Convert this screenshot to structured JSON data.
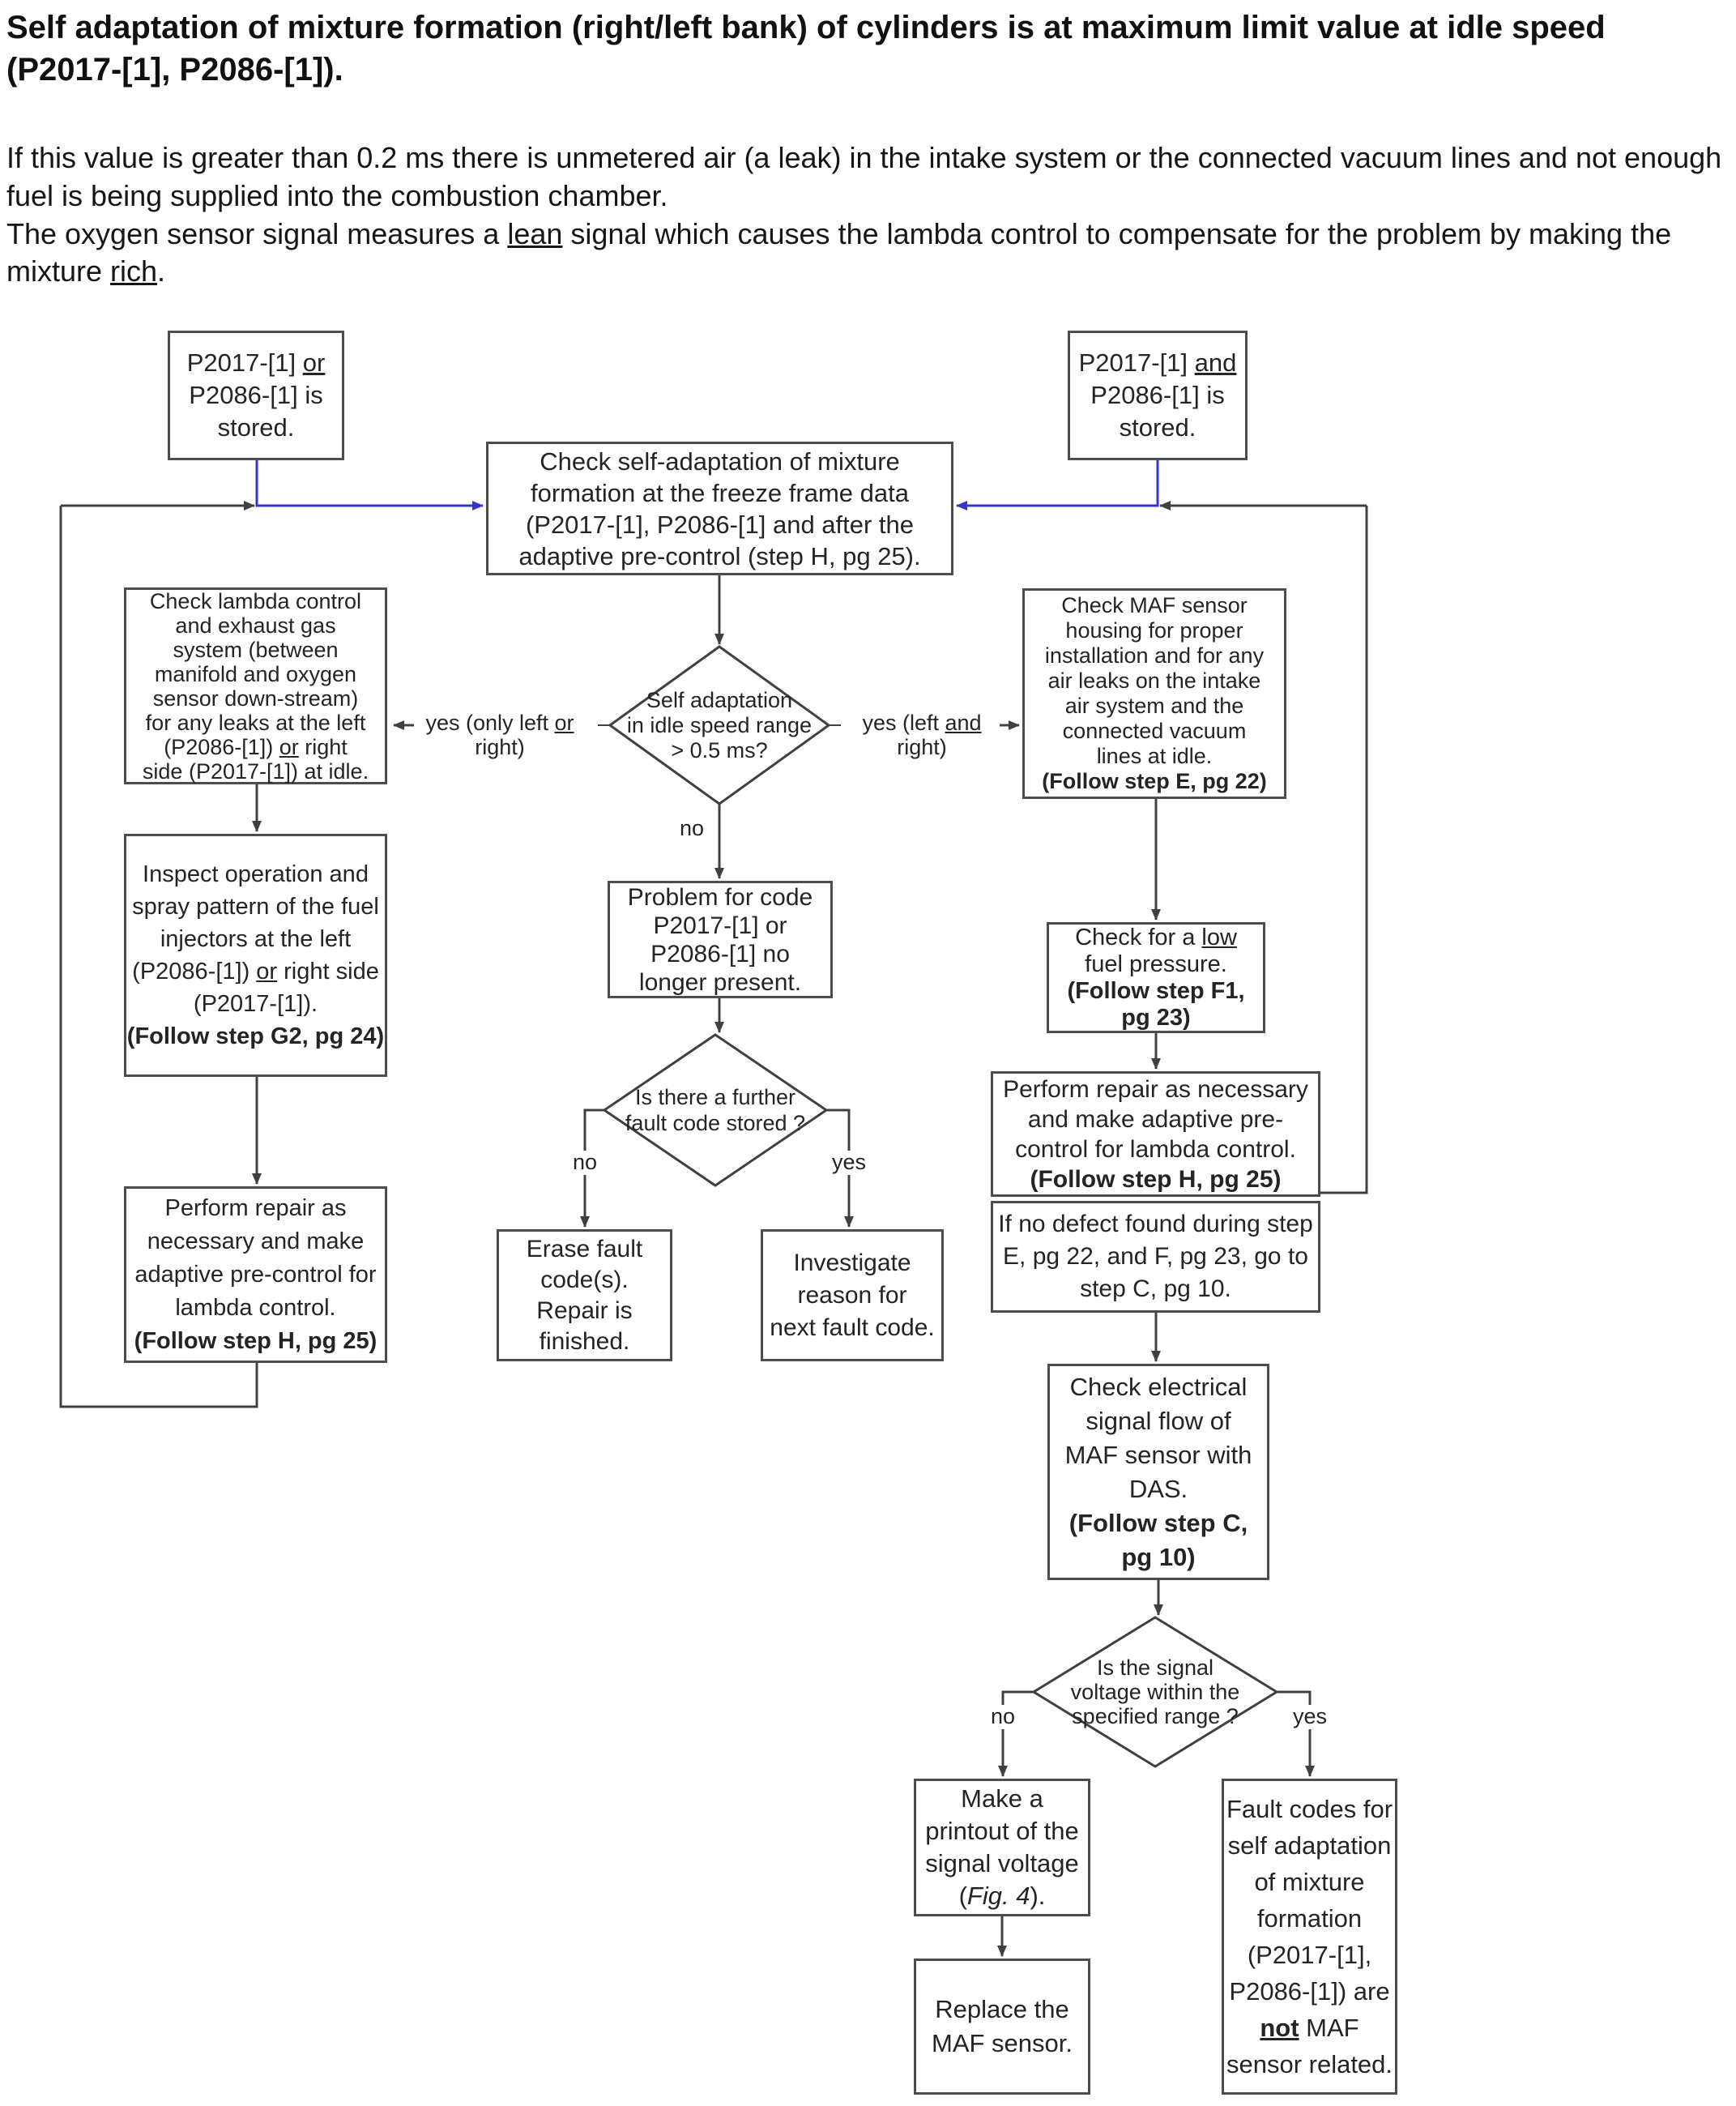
{
  "colors": {
    "accent_blue": "#3434d0",
    "line": "#404040"
  },
  "header": {
    "title": "Self adaptation of mixture formation (right/left bank) of cylinders is at maximum limit value at idle speed (P2017-[1], P2086-[1]).",
    "para1": "If this value is greater than 0.2 ms there is unmetered air (a leak) in the intake system or the connected vacuum lines and not enough fuel is being supplied into the combustion chamber.",
    "para2": [
      {
        "t": "The oxygen sensor signal measures a "
      },
      {
        "t": "lean",
        "u": true
      },
      {
        "t": " signal which causes the lambda control to compensate for the problem by making the mixture "
      },
      {
        "t": "rich",
        "u": true
      },
      {
        "t": "."
      }
    ]
  },
  "flowchart": {
    "nodes": {
      "stored_or": [
        {
          "t": "P2017-[1] "
        },
        {
          "t": "or",
          "u": true
        },
        {
          "br": true
        },
        {
          "t": "P2086-[1] is"
        },
        {
          "br": true
        },
        {
          "t": "stored."
        }
      ],
      "stored_and": [
        {
          "t": "P2017-[1] "
        },
        {
          "t": "and",
          "u": true
        },
        {
          "br": true
        },
        {
          "t": "P2086-[1] is"
        },
        {
          "br": true
        },
        {
          "t": "stored."
        }
      ],
      "check_self_adaptation": [
        {
          "t": "Check self-adaptation of mixture"
        },
        {
          "br": true
        },
        {
          "t": "formation at the freeze frame data"
        },
        {
          "br": true
        },
        {
          "t": "(P2017-[1], P2086-[1] and after the"
        },
        {
          "br": true
        },
        {
          "t": "adaptive pre-control (step H, pg 25)."
        }
      ],
      "check_lambda": [
        {
          "t": "Check lambda control"
        },
        {
          "br": true
        },
        {
          "t": "and exhaust gas"
        },
        {
          "br": true
        },
        {
          "t": "system (between"
        },
        {
          "br": true
        },
        {
          "t": "manifold and oxygen"
        },
        {
          "br": true
        },
        {
          "t": "sensor down-stream)"
        },
        {
          "br": true
        },
        {
          "t": "for any leaks at the left"
        },
        {
          "br": true
        },
        {
          "t": "(P2086-[1]) "
        },
        {
          "t": "or",
          "u": true
        },
        {
          "t": " right"
        },
        {
          "br": true
        },
        {
          "t": "side (P2017-[1]) at idle."
        }
      ],
      "inspect_injectors": [
        {
          "t": "Inspect operation and"
        },
        {
          "br": true
        },
        {
          "t": "spray pattern of the fuel"
        },
        {
          "br": true
        },
        {
          "t": "injectors at the left"
        },
        {
          "br": true
        },
        {
          "t": "(P2086-[1]) "
        },
        {
          "t": "or",
          "u": true
        },
        {
          "t": " right side"
        },
        {
          "br": true
        },
        {
          "t": "(P2017-[1])."
        },
        {
          "br": true
        },
        {
          "t": "(Follow step G2, pg 24)",
          "b": true
        }
      ],
      "perform_repair_left": [
        {
          "t": "Perform repair as"
        },
        {
          "br": true
        },
        {
          "t": "necessary and make"
        },
        {
          "br": true
        },
        {
          "t": "adaptive pre-control for"
        },
        {
          "br": true
        },
        {
          "t": "lambda control."
        },
        {
          "br": true
        },
        {
          "t": "(Follow step H, pg 25)",
          "b": true
        }
      ],
      "problem_gone": [
        {
          "t": "Problem for code"
        },
        {
          "br": true
        },
        {
          "t": "P2017-[1] or"
        },
        {
          "br": true
        },
        {
          "t": "P2086-[1] no"
        },
        {
          "br": true
        },
        {
          "t": "longer present."
        }
      ],
      "erase_fault": [
        {
          "t": "Erase fault"
        },
        {
          "br": true
        },
        {
          "t": "code(s)."
        },
        {
          "br": true
        },
        {
          "t": "Repair is"
        },
        {
          "br": true
        },
        {
          "t": "finished."
        }
      ],
      "investigate": [
        {
          "t": "Investigate"
        },
        {
          "br": true
        },
        {
          "t": "reason for"
        },
        {
          "br": true
        },
        {
          "t": "next fault code."
        }
      ],
      "check_maf_housing": [
        {
          "t": "Check  MAF sensor"
        },
        {
          "br": true
        },
        {
          "t": "housing for proper"
        },
        {
          "br": true
        },
        {
          "t": "installation and  for any"
        },
        {
          "br": true
        },
        {
          "t": "air leaks on the intake"
        },
        {
          "br": true
        },
        {
          "t": "air system and the"
        },
        {
          "br": true
        },
        {
          "t": "connected vacuum"
        },
        {
          "br": true
        },
        {
          "t": "lines at idle."
        },
        {
          "br": true
        },
        {
          "t": "(Follow step E, pg 22)",
          "b": true
        }
      ],
      "check_low_fuel": [
        {
          "t": "Check for a "
        },
        {
          "t": "low",
          "u": true
        },
        {
          "br": true
        },
        {
          "t": "fuel pressure."
        },
        {
          "br": true
        },
        {
          "t": "(Follow step F1,",
          "b": true
        },
        {
          "br": true
        },
        {
          "t": "pg 23)",
          "b": true
        }
      ],
      "perform_repair_right": [
        {
          "t": "Perform repair as necessary"
        },
        {
          "br": true
        },
        {
          "t": "and make adaptive pre-"
        },
        {
          "br": true
        },
        {
          "t": "control for lambda control."
        },
        {
          "br": true
        },
        {
          "t": "(Follow step H, pg 25)",
          "b": true
        }
      ],
      "no_defect": [
        {
          "t": "If no defect found during step"
        },
        {
          "br": true
        },
        {
          "t": "E, pg 22, and F, pg 23, go to"
        },
        {
          "br": true
        },
        {
          "t": "step C, pg 10."
        }
      ],
      "check_electrical": [
        {
          "t": "Check electrical"
        },
        {
          "br": true
        },
        {
          "t": "signal flow of"
        },
        {
          "br": true
        },
        {
          "t": "MAF sensor with"
        },
        {
          "br": true
        },
        {
          "t": "DAS."
        },
        {
          "br": true
        },
        {
          "t": "(Follow step C,",
          "b": true
        },
        {
          "br": true
        },
        {
          "t": "pg 10)",
          "b": true
        }
      ],
      "make_printout": [
        {
          "t": "Make a"
        },
        {
          "br": true
        },
        {
          "t": "printout of the"
        },
        {
          "br": true
        },
        {
          "t": "signal voltage"
        },
        {
          "br": true
        },
        {
          "t": "("
        },
        {
          "t": "Fig. 4",
          "i": true
        },
        {
          "t": ")."
        }
      ],
      "replace_maf": [
        {
          "t": "Replace the"
        },
        {
          "br": true
        },
        {
          "t": "MAF sensor."
        }
      ],
      "fault_codes_not_maf": [
        {
          "t": "Fault codes for"
        },
        {
          "br": true
        },
        {
          "t": "self adaptation"
        },
        {
          "br": true
        },
        {
          "t": "of mixture"
        },
        {
          "br": true
        },
        {
          "t": "formation"
        },
        {
          "br": true
        },
        {
          "t": "(P2017-[1],"
        },
        {
          "br": true
        },
        {
          "t": "P2086-[1]) are"
        },
        {
          "br": true
        },
        {
          "t": "not",
          "b": true,
          "u": true
        },
        {
          "t": "  MAF"
        },
        {
          "br": true
        },
        {
          "t": "sensor related."
        }
      ]
    },
    "decisions": {
      "idle_range": [
        {
          "t": "Self adaptation"
        },
        {
          "br": true
        },
        {
          "t": "in idle speed range"
        },
        {
          "br": true
        },
        {
          "t": "> 0.5 ms?"
        }
      ],
      "further_fault": [
        {
          "t": "Is there a further"
        },
        {
          "br": true
        },
        {
          "t": "fault code stored ?"
        }
      ],
      "signal_voltage": [
        {
          "t": "Is the signal"
        },
        {
          "br": true
        },
        {
          "t": "voltage  within the"
        },
        {
          "br": true
        },
        {
          "t": "specified range ?"
        }
      ]
    },
    "labels": {
      "yes_only_left_or_right": [
        {
          "t": "yes (only left "
        },
        {
          "t": "or",
          "u": true
        },
        {
          "t": " right)"
        }
      ],
      "yes_left_and_right": [
        {
          "t": "yes (left "
        },
        {
          "t": "and",
          "u": true
        },
        {
          "t": " right)"
        }
      ],
      "no1": "no",
      "no2": "no",
      "yes2": "yes",
      "no3": "no",
      "yes3": "yes"
    }
  }
}
